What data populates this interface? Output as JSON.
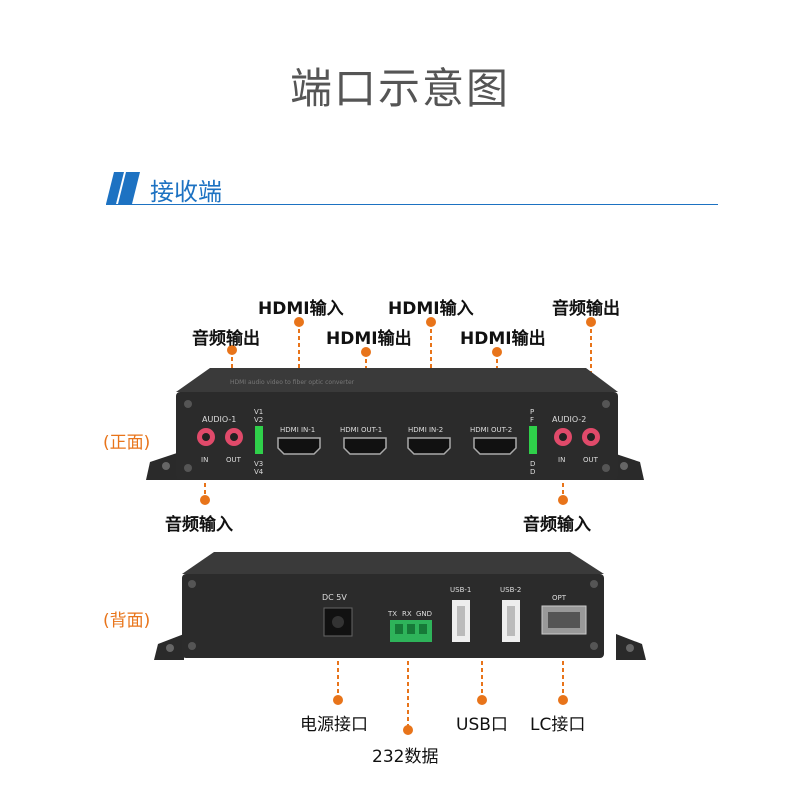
{
  "header": {
    "title": "端口示意图"
  },
  "section": {
    "title": "接收端"
  },
  "sides": {
    "front": "(正面)",
    "back": "(背面)"
  },
  "front_callouts": {
    "audio_out_1": "音频输出",
    "hdmi_in_1": "HDMI输入",
    "hdmi_out_1": "HDMI输出",
    "hdmi_in_2": "HDMI输入",
    "hdmi_out_2": "HDMI输出",
    "audio_out_2": "音频输出",
    "audio_in_1": "音频输入",
    "audio_in_2": "音频输入"
  },
  "back_callouts": {
    "power": "电源接口",
    "rs232": "232数据",
    "usb": "USB口",
    "lc": "LC接口"
  },
  "front_panel": {
    "audio1": "AUDIO-1",
    "in": "IN",
    "out": "OUT",
    "v1": "V1",
    "v2": "V2",
    "v3": "V3",
    "v4": "V4",
    "hdmi_in_1": "HDMI IN-1",
    "hdmi_out_1": "HDMI OUT-1",
    "hdmi_in_2": "HDMI IN-2",
    "hdmi_out_2": "HDMI OUT-2",
    "p": "P",
    "f": "F",
    "d1": "D",
    "d2": "D",
    "audio2": "AUDIO-2"
  },
  "back_panel": {
    "dc": "DC 5V",
    "tx": "TX",
    "rx": "RX",
    "gnd": "GND",
    "usb1": "USB-1",
    "usb2": "USB-2",
    "opt": "OPT"
  },
  "colors": {
    "accent": "#1d72c2",
    "callout_line": "#e8741a",
    "led": "#2fd04a",
    "audio_jack": "#e04a6a"
  }
}
